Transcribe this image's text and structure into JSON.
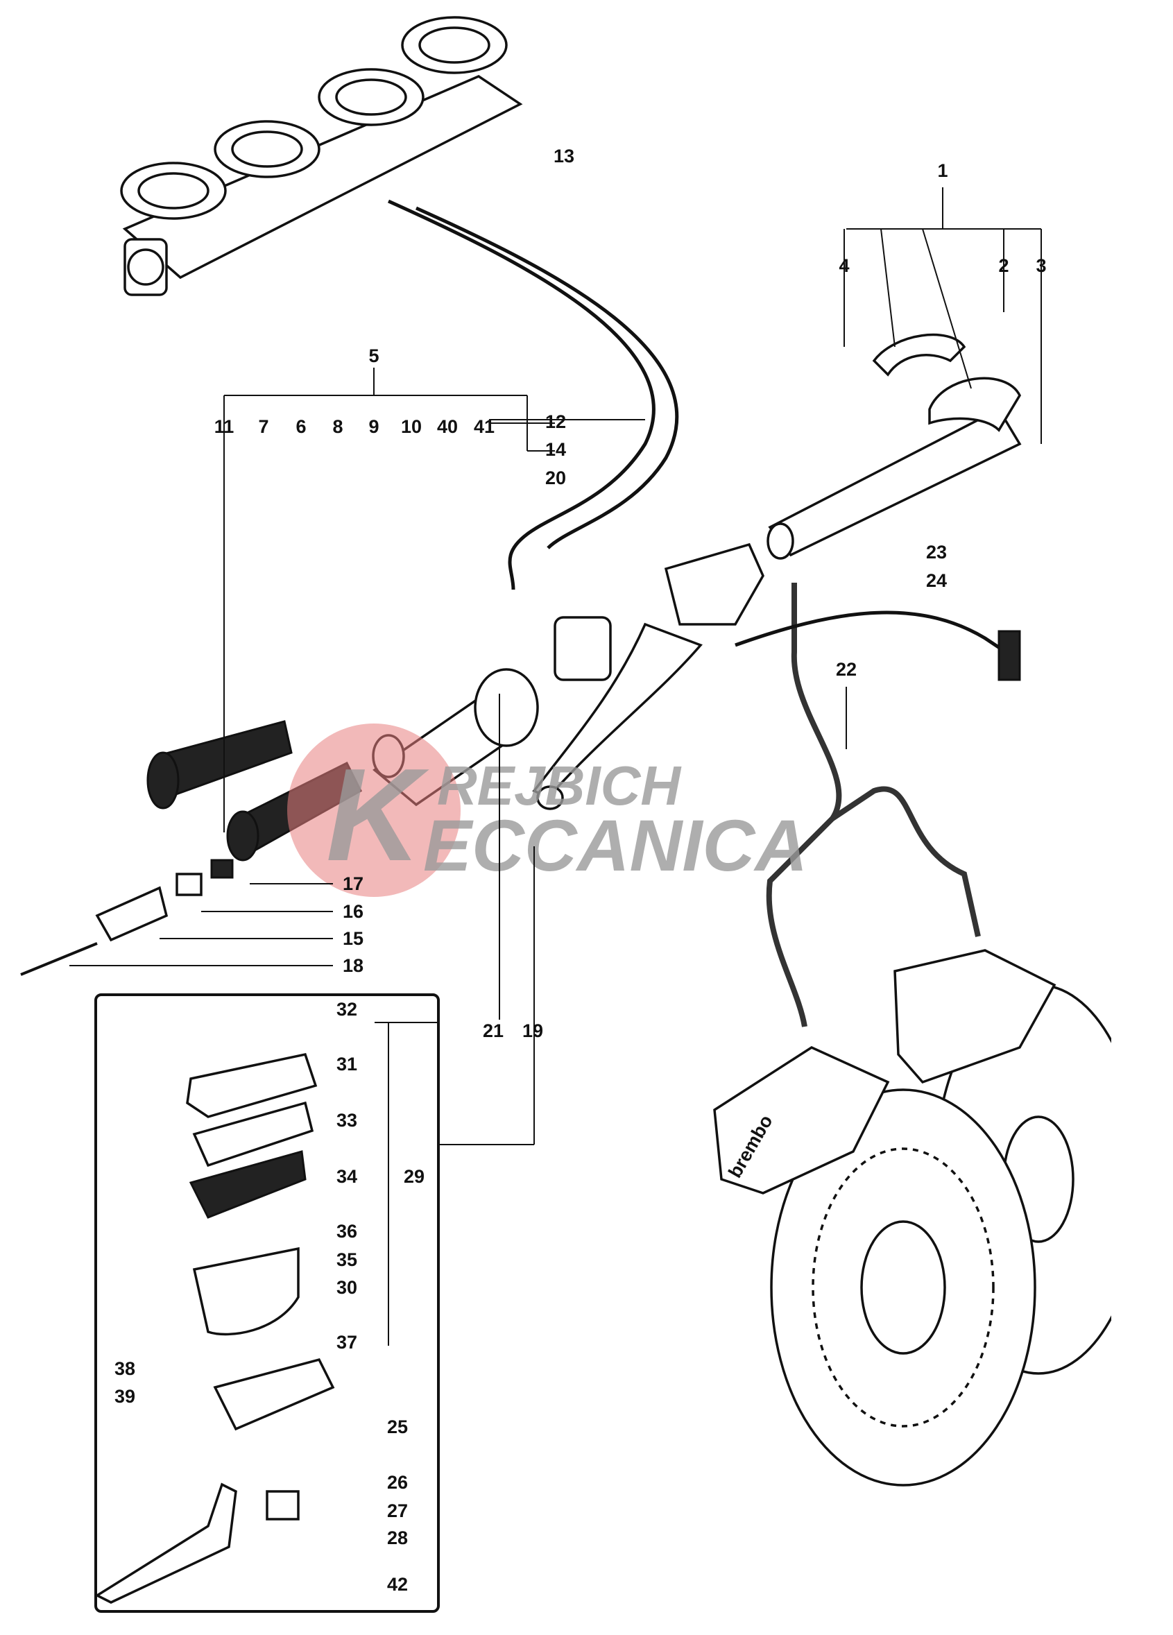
{
  "callouts": [
    "1",
    "2",
    "3",
    "4",
    "5",
    "11",
    "7",
    "6",
    "8",
    "9",
    "10",
    "40",
    "41",
    "12",
    "14",
    "20",
    "13",
    "23",
    "24",
    "22",
    "17",
    "16",
    "15",
    "18",
    "21",
    "19",
    "32",
    "31",
    "33",
    "34",
    "29",
    "36",
    "35",
    "30",
    "37",
    "38",
    "39",
    "25",
    "26",
    "27",
    "28",
    "42"
  ],
  "watermark": {
    "line1": "REJBICH",
    "line2": "ECCANICA",
    "initial": "K",
    "circle_color": "#e88080",
    "text_color": "#9a9a9a"
  },
  "caliper_brand": "brembo"
}
